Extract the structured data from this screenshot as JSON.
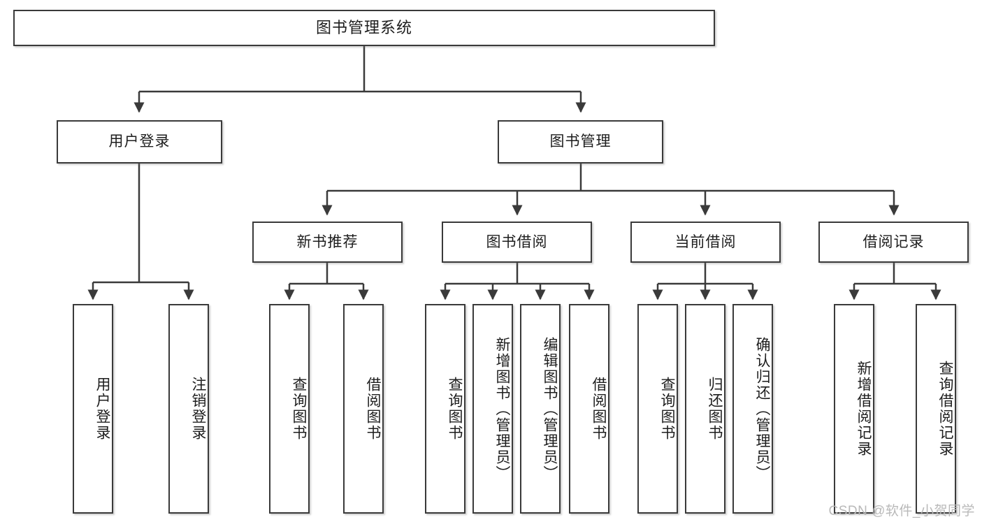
{
  "diagram": {
    "title": "图书管理系统",
    "type": "hierarchy-tree",
    "root": {
      "id": "root",
      "label": "图书管理系统"
    },
    "level2": [
      {
        "id": "user-login",
        "label": "用户登录"
      },
      {
        "id": "book-manage",
        "label": "图书管理"
      }
    ],
    "level3": [
      {
        "id": "new-book-recommend",
        "label": "新书推荐"
      },
      {
        "id": "book-borrow",
        "label": "图书借阅"
      },
      {
        "id": "current-borrow",
        "label": "当前借阅"
      },
      {
        "id": "borrow-record",
        "label": "借阅记录"
      }
    ],
    "leaves": {
      "user_login": [
        {
          "id": "leaf-user-login",
          "label": "用户登录"
        },
        {
          "id": "leaf-logout",
          "label": "注销登录"
        }
      ],
      "new_book_recommend": [
        {
          "id": "leaf-query-book-1",
          "label": "查询图书"
        },
        {
          "id": "leaf-borrow-book-1",
          "label": "借阅图书"
        }
      ],
      "book_borrow": [
        {
          "id": "leaf-query-book-2",
          "label": "查询图书"
        },
        {
          "id": "leaf-add-book",
          "label": "新增图书（管理员）"
        },
        {
          "id": "leaf-edit-book",
          "label": "编辑图书（管理员）"
        },
        {
          "id": "leaf-borrow-book-2",
          "label": "借阅图书"
        }
      ],
      "current_borrow": [
        {
          "id": "leaf-query-book-3",
          "label": "查询图书"
        },
        {
          "id": "leaf-return-book",
          "label": "归还图书"
        },
        {
          "id": "leaf-confirm-return",
          "label": "确认归还（管理员）"
        }
      ],
      "borrow_record": [
        {
          "id": "leaf-add-record",
          "label": "新增借阅记录"
        },
        {
          "id": "leaf-query-record",
          "label": "查询借阅记录"
        }
      ]
    }
  },
  "watermark": {
    "text": "CSDN @软件_小贺同学"
  },
  "colors": {
    "border": "#3a3a3a",
    "text": "#1d1d1d",
    "background": "#ffffff",
    "watermark": "#b9b9b9"
  }
}
